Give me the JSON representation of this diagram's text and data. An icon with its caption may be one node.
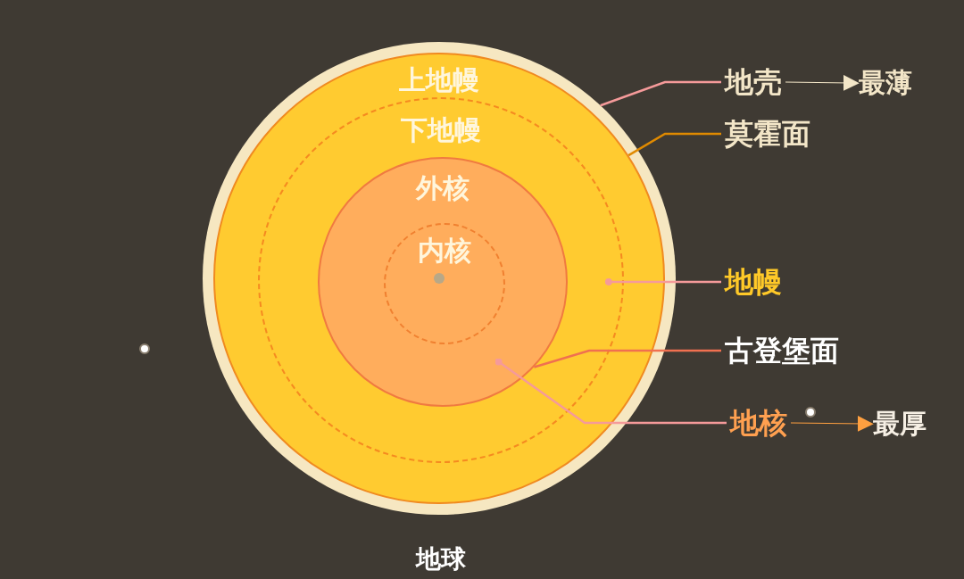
{
  "diagram": {
    "nodes": [
      {
        "text": [],
        "shape": "circle",
        "beside": [
          "地球"
        ]
      },
      {
        "text": [
          "上地幔"
        ],
        "in": 0
      },
      {
        "text": [
          "下地幔"
        ],
        "in": 1
      },
      {
        "text": [
          "外核"
        ],
        "in": 2
      },
      {
        "text": [
          "内核"
        ],
        "in": 3
      },
      {
        "text": [
          "地壳"
        ]
      },
      {
        "text": [
          "最薄"
        ]
      },
      {
        "text": [
          "莫霍面"
        ]
      },
      {
        "text": [
          "地幔"
        ]
      },
      {
        "text": [
          "古登堡面"
        ]
      },
      {
        "text": [
          "地核"
        ]
      },
      {
        "text": [
          "最厚"
        ]
      }
    ],
    "edges": [
      {
        "from": 5,
        "to": 0,
        "arrow": "none",
        "color": "#f59a9a"
      },
      {
        "from": 5,
        "to": 6,
        "arrow": "to",
        "color": "#f3e6c8"
      },
      {
        "from": 7,
        "to": 1,
        "arrow": "none",
        "color": "#e08a00"
      },
      {
        "from": 8,
        "to": 1,
        "arrow": "other",
        "color": "#f59a9a"
      },
      {
        "from": 9,
        "to": 3,
        "arrow": "none",
        "color": "#f07050"
      },
      {
        "from": 10,
        "to": 3,
        "arrow": "other",
        "color": "#f59a9a"
      },
      {
        "from": 10,
        "to": 11,
        "arrow": "to",
        "color": "#ffa040"
      }
    ]
  }
}
